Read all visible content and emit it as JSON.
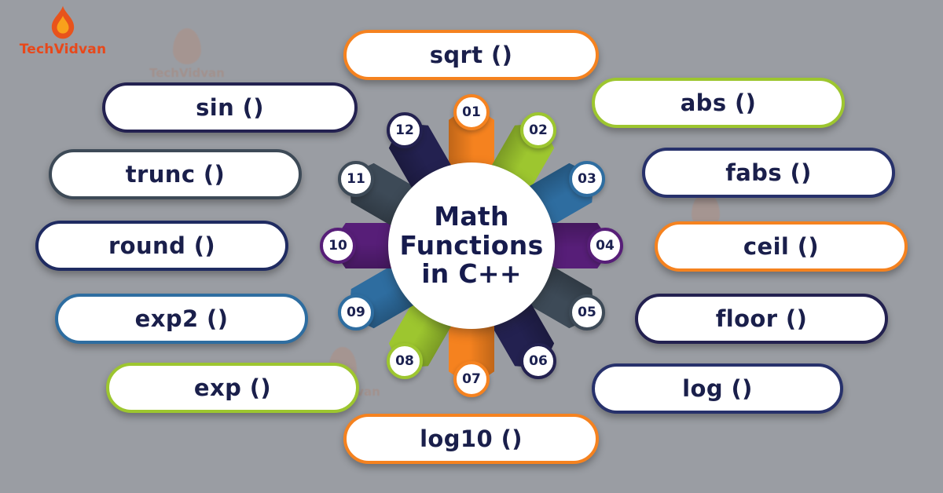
{
  "background_color": "#9a9da3",
  "logo": {
    "brand": "TechVidvan",
    "color": "#e8481a"
  },
  "watermark": {
    "text": "TechVidvan"
  },
  "center": {
    "line1": "Math",
    "line2": "Functions",
    "line3": "in C++",
    "text_color": "#161b4d"
  },
  "spokes": [
    {
      "num": "01",
      "color": "#f5821f"
    },
    {
      "num": "02",
      "color": "#9dc62f"
    },
    {
      "num": "03",
      "color": "#2e6da0"
    },
    {
      "num": "04",
      "color": "#571e78"
    },
    {
      "num": "05",
      "color": "#3d4a57"
    },
    {
      "num": "06",
      "color": "#232150"
    },
    {
      "num": "07",
      "color": "#f5821f"
    },
    {
      "num": "08",
      "color": "#9dc62f"
    },
    {
      "num": "09",
      "color": "#2e6da0"
    },
    {
      "num": "10",
      "color": "#571e78"
    },
    {
      "num": "11",
      "color": "#3d4a57"
    },
    {
      "num": "12",
      "color": "#232150"
    }
  ],
  "pills": [
    {
      "label": "sqrt ()",
      "border": "#f5821f"
    },
    {
      "label": "sin ()",
      "border": "#232150"
    },
    {
      "label": "abs ()",
      "border": "#9dc62f"
    },
    {
      "label": "trunc ()",
      "border": "#3d4a57"
    },
    {
      "label": "fabs ()",
      "border": "#27316b"
    },
    {
      "label": "round ()",
      "border": "#1f2b61"
    },
    {
      "label": "ceil ()",
      "border": "#f5821f"
    },
    {
      "label": "exp2 ()",
      "border": "#2e6da0"
    },
    {
      "label": "floor ()",
      "border": "#232150"
    },
    {
      "label": "exp ()",
      "border": "#9dc62f"
    },
    {
      "label": "log ()",
      "border": "#27316b"
    },
    {
      "label": "log10 ()",
      "border": "#f5821f"
    }
  ]
}
